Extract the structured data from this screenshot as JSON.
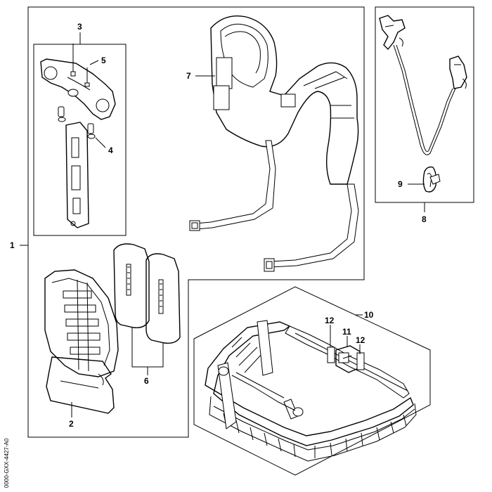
{
  "callouts": {
    "c1": "1",
    "c2": "2",
    "c3": "3",
    "c4": "4",
    "c5": "5",
    "c6": "6",
    "c7": "7",
    "c8": "8",
    "c9": "9",
    "c10": "10",
    "c11": "11",
    "c12a": "12",
    "c12b": "12"
  },
  "drawing_code": "0000-GXX-4427-A0"
}
